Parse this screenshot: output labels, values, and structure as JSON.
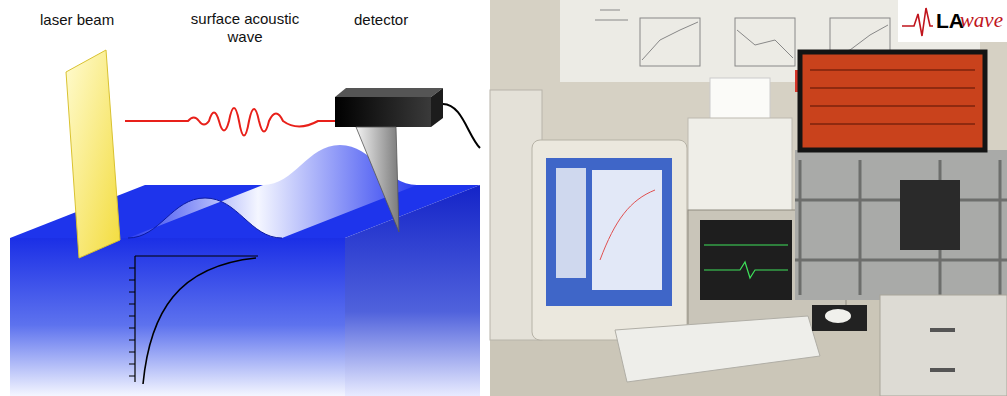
{
  "diagram": {
    "labels": [
      "laser beam",
      "surface acoustic wave",
      "detector",
      "LA",
      "wave"
    ]
  }
}
